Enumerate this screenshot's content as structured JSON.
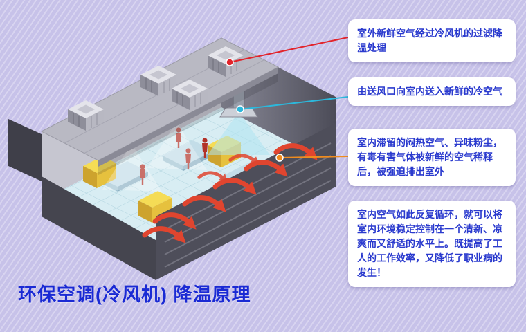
{
  "page": {
    "title": "环保空调(冷风机) 降温原理",
    "title_color": "#1a2ad4",
    "background_color": "#c7c2e9"
  },
  "callouts": [
    {
      "text": "室外新鲜空气经过冷风机的过滤降温处理",
      "accent": "#e2242b",
      "target": "rooftop-cooler"
    },
    {
      "text": "由送风口向室内送入新鲜的冷空气",
      "accent": "#2cb8dc",
      "target": "supply-outlet"
    },
    {
      "text": "室内滞留的闷热空气、异味粉尘，有毒有害气体被新鲜的空气稀释后，被强迫排出室外",
      "accent": "#f08c1e",
      "target": "exhaust-wall"
    },
    {
      "text": "室内空气如此反复循环，就可以将室内环境稳定控制在一个清新、凉爽而又舒适的水平上。既提高了工人的工作效率，又降低了职业病的发生！",
      "accent": null
    }
  ],
  "diagram": {
    "description": "isometric factory cutaway showing evaporative air cooler airflow cycle",
    "colors": {
      "exhaust_arrow": "#e0452f",
      "supply_air": "#aee4f0",
      "roof": "#b9b9c3",
      "floor": "#d8edf3",
      "wall_dark": "#4e4e5a",
      "equipment_yellow": "#f5dc55",
      "person": "#b23228"
    }
  }
}
